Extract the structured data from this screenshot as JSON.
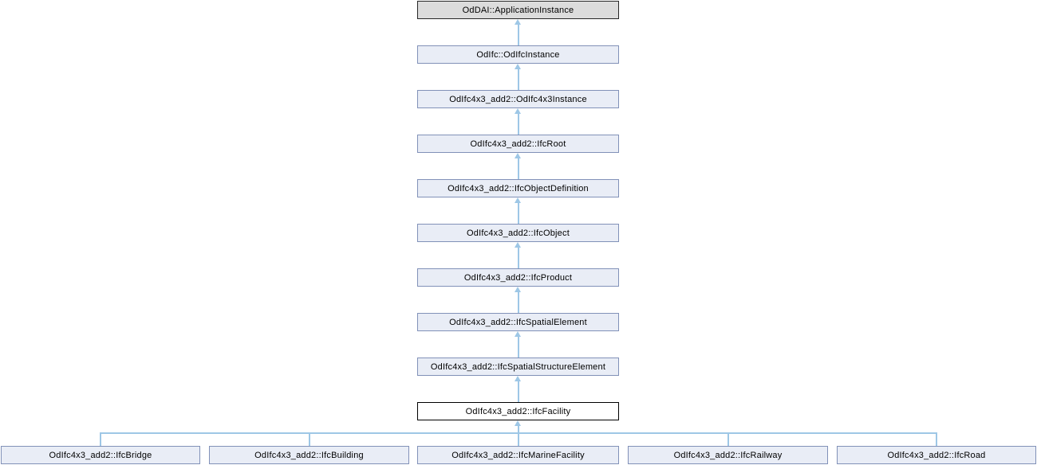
{
  "diagram": {
    "type": "class-inheritance-graph",
    "current_class": "OdIfc4x3_add2::IfcFacility",
    "chain_nodes": [
      {
        "label": "OdDAI::ApplicationInstance",
        "role": "external-base"
      },
      {
        "label": "OdIfc::OdIfcInstance",
        "role": "base"
      },
      {
        "label": "OdIfc4x3_add2::OdIfc4x3Instance",
        "role": "base"
      },
      {
        "label": "OdIfc4x3_add2::IfcRoot",
        "role": "base"
      },
      {
        "label": "OdIfc4x3_add2::IfcObjectDefinition",
        "role": "base"
      },
      {
        "label": "OdIfc4x3_add2::IfcObject",
        "role": "base"
      },
      {
        "label": "OdIfc4x3_add2::IfcProduct",
        "role": "base"
      },
      {
        "label": "OdIfc4x3_add2::IfcSpatialElement",
        "role": "base"
      },
      {
        "label": "OdIfc4x3_add2::IfcSpatialStructureElement",
        "role": "base"
      },
      {
        "label": "OdIfc4x3_add2::IfcFacility",
        "role": "current"
      }
    ],
    "derived_nodes": [
      {
        "label": "OdIfc4x3_add2::IfcBridge"
      },
      {
        "label": "OdIfc4x3_add2::IfcBuilding"
      },
      {
        "label": "OdIfc4x3_add2::IfcMarineFacility"
      },
      {
        "label": "OdIfc4x3_add2::IfcRailway"
      },
      {
        "label": "OdIfc4x3_add2::IfcRoad"
      }
    ],
    "colors": {
      "node_fill": "#e9edf6",
      "node_border": "#8191b8",
      "external_node_fill": "#dcdcdc",
      "external_node_border": "#262626",
      "current_node_fill": "#ffffff",
      "current_node_border": "#000000",
      "edge": "#9ec7e6",
      "text": "#000000",
      "background": "#ffffff"
    }
  }
}
